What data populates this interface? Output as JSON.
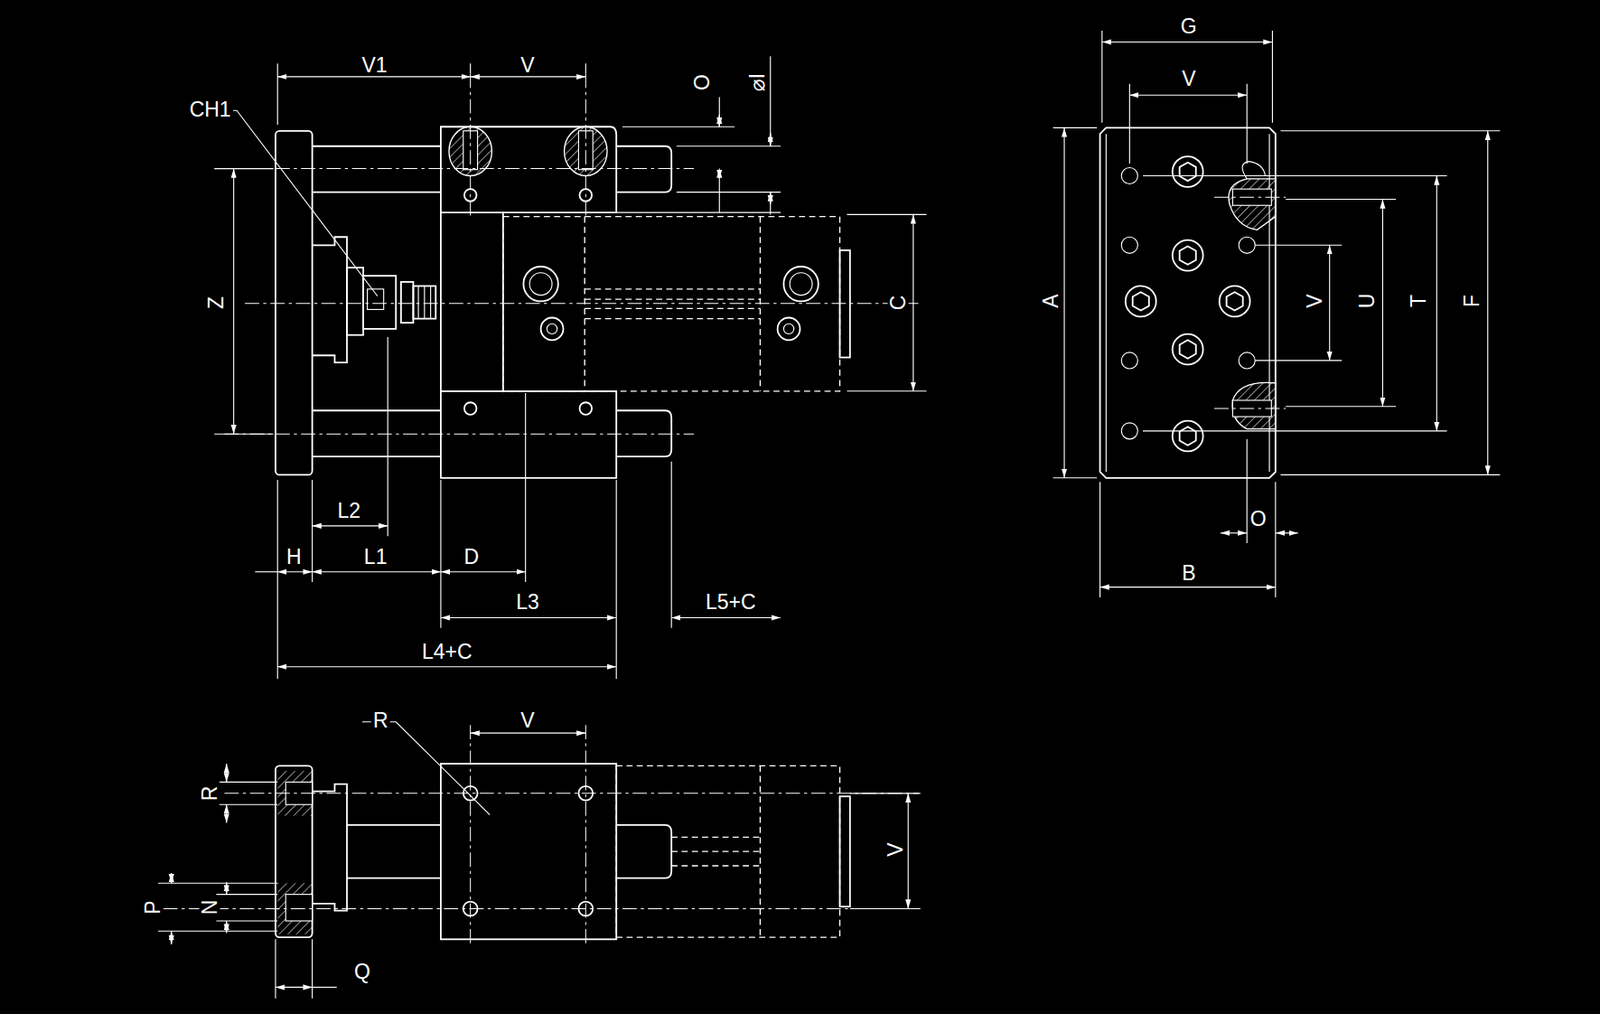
{
  "diagram": {
    "labels": [
      "V1",
      "V",
      "O",
      "⌀I",
      "CH1",
      "Z",
      "C",
      "L2",
      "H",
      "L1",
      "D",
      "L3",
      "L5+C",
      "L4+C",
      "G",
      "V",
      "A",
      "V",
      "U",
      "T",
      "F",
      "O",
      "B",
      "R",
      "V",
      "R",
      "P",
      "N",
      "Q",
      "V"
    ]
  }
}
